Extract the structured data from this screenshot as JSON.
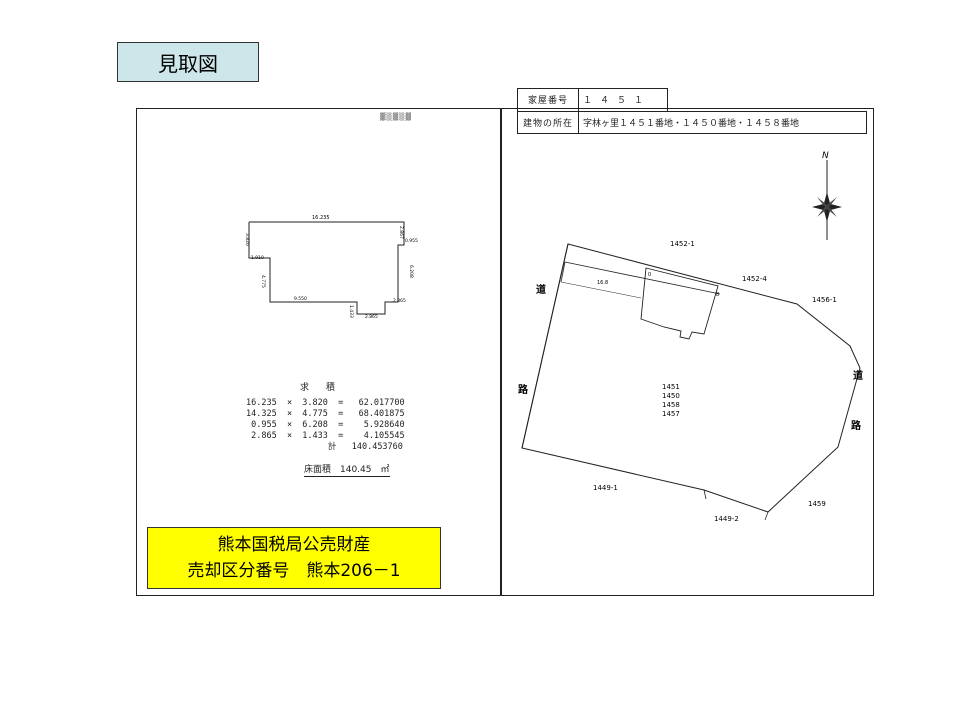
{
  "title": "見取図",
  "header_table": {
    "house_number_label": "家屋番号",
    "house_number_value": "１４５１",
    "location_label": "建物の所在",
    "location_value": "字林ヶ里１４５１番地・１４５０番地・１４５８番地"
  },
  "floor_plan": {
    "dims": [
      "16.235",
      "3.820",
      "2.867",
      "0.955",
      "1.910",
      "4.775",
      "6.208",
      "9.550",
      "1.433",
      "2.865",
      "2.865"
    ]
  },
  "area_calc": {
    "title": "求　積",
    "rows": [
      "16.235  ×  3.820  =   62.017700",
      "14.325  ×  4.775  =   68.401875",
      " 0.955  ×  6.208  =    5.928640",
      " 2.865  ×  1.433  =    4.105545",
      "                計   140.453760"
    ],
    "floor_area": "床面積　140.45　㎡"
  },
  "site_plan": {
    "parcels": [
      "1452-1",
      "1452-4",
      "1456-1",
      "1449-1",
      "1449-2",
      "1459"
    ],
    "center_lots": [
      "1451",
      "1450",
      "1458",
      "1457"
    ],
    "road_chars": [
      "道",
      "路"
    ],
    "dims": [
      "16.8",
      "0",
      "8"
    ],
    "north": "N"
  },
  "notice": {
    "line1": "熊本国税局公売財産",
    "line2": "売却区分番号　熊本206－1"
  }
}
